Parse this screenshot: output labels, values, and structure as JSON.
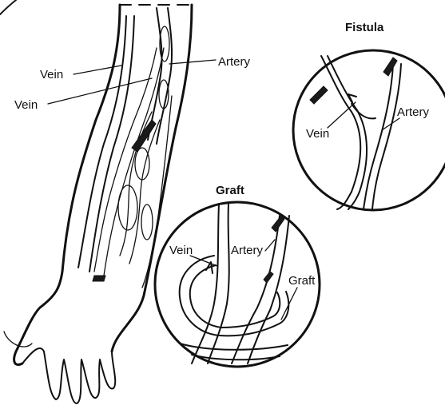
{
  "arm": {
    "vein_upper_label": "Vein",
    "vein_lower_label": "Vein",
    "artery_label": "Artery"
  },
  "fistula": {
    "title": "Fistula",
    "artery_label": "Artery",
    "vein_label": "Vein"
  },
  "graft": {
    "title": "Graft",
    "vein_label": "Vein",
    "artery_label": "Artery",
    "graft_label": "Graft"
  }
}
